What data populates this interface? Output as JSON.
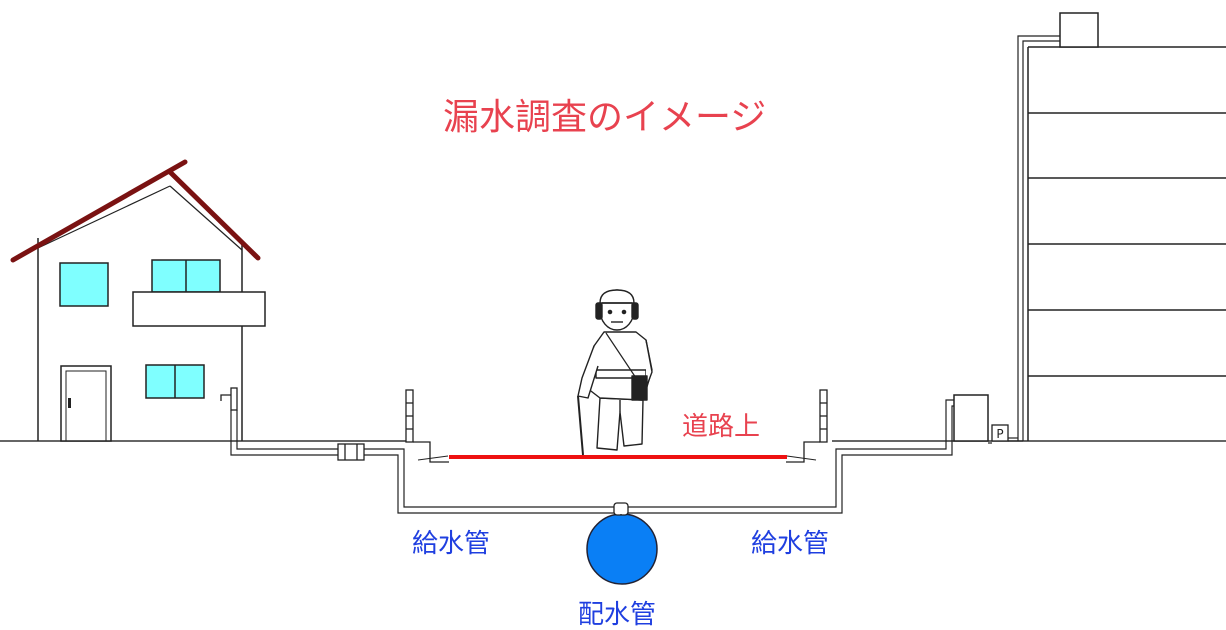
{
  "title": "漏水調査のイメージ",
  "labels": {
    "road_surface": "道路上",
    "supply_pipe_left": "給水管",
    "supply_pipe_right": "給水管",
    "distribution_main": "配水管",
    "pump_mark": "P"
  },
  "colors": {
    "title": "#e8424f",
    "road_label": "#e8424f",
    "road_line": "#ee1111",
    "pipe_labels": "#1f3fe0",
    "main_pipe": "#0a7ff5",
    "window": "#7fffff",
    "roof": "#7a1212",
    "outline": "#222222"
  },
  "icons": [
    "house-icon",
    "apartment-building-icon",
    "person-with-leak-detector-icon",
    "water-tank-icon",
    "pump-icon",
    "water-meter-icon",
    "faucet-icon"
  ]
}
